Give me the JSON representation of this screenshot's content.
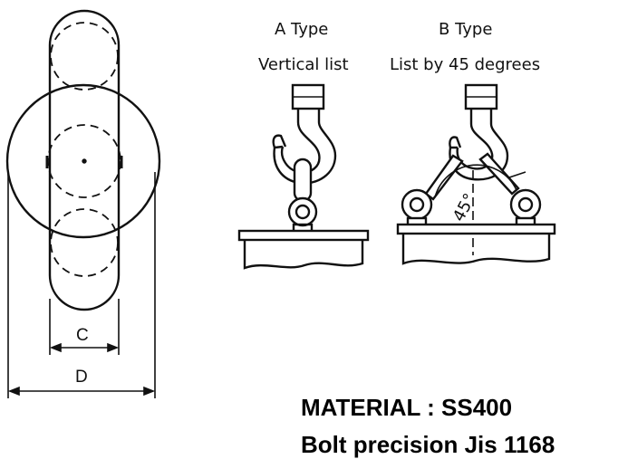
{
  "type_a": {
    "title": "A Type",
    "subtitle": "Vertical list"
  },
  "type_b": {
    "title": "B Type",
    "subtitle": "List by 45 degrees",
    "angle_label": "45°"
  },
  "dimensions": {
    "c_label": "C",
    "d_label": "D"
  },
  "material": {
    "line1": "MATERIAL : SS400",
    "line2": "Bolt precision Jis 1168"
  }
}
